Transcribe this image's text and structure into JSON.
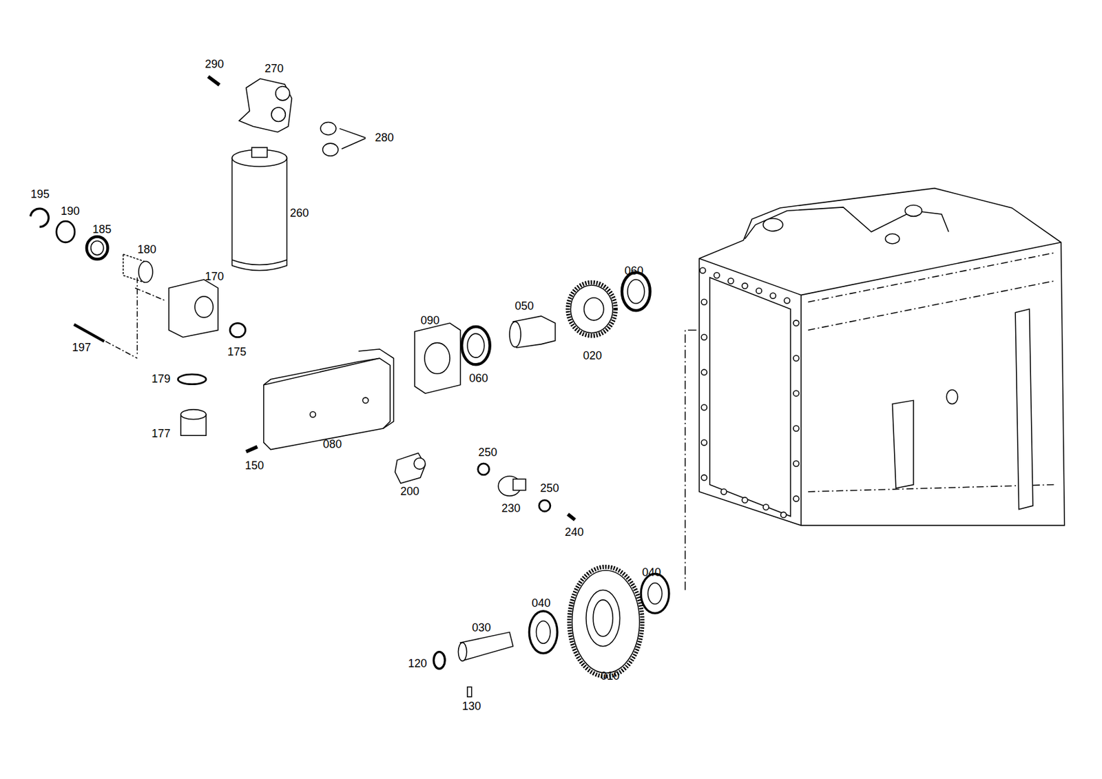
{
  "diagram": {
    "labels": [
      "290",
      "270",
      "280",
      "260",
      "195",
      "190",
      "185",
      "180",
      "170",
      "197",
      "175",
      "179",
      "177",
      "150",
      "080",
      "090",
      "060",
      "050",
      "020",
      "060",
      "200",
      "250",
      "230",
      "250",
      "240",
      "040",
      "040",
      "030",
      "010",
      "120",
      "130"
    ]
  }
}
